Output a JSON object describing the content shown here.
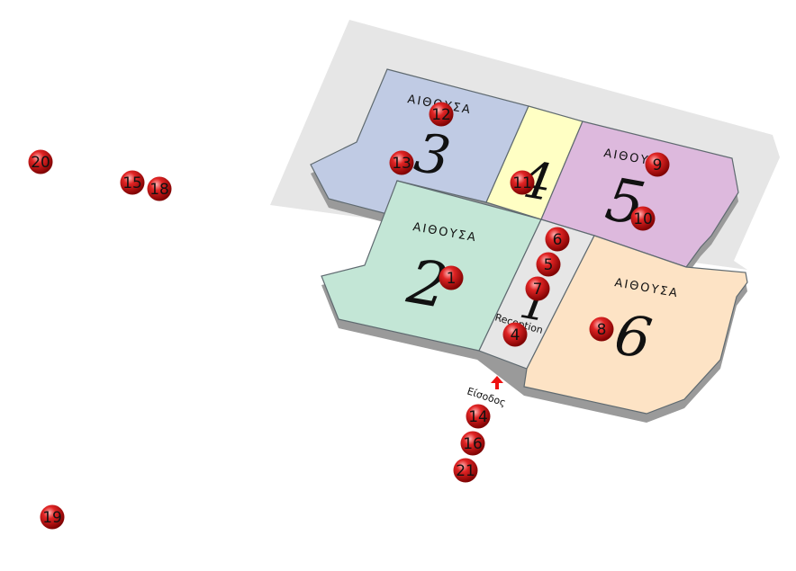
{
  "colors": {
    "backdrop": "#e6e6e6",
    "shadow": "#9a9a9a",
    "hall2": "#c3e6d6",
    "hall3": "#c0cbe4",
    "hall4": "#ffffc4",
    "hall5": "#ddb9dd",
    "hall6": "#fde3c5",
    "reception": "#e6e6e6",
    "outline": "#5f6a70",
    "marker": "#cc1111",
    "entrance_arrow": "#ee1111"
  },
  "halls": {
    "hall2": {
      "label": "ΑΙΘΟΥΣΑ",
      "number": "2"
    },
    "hall3": {
      "label": "ΑΙΘΟΥΣΑ",
      "number": "3"
    },
    "hall4": {
      "number": "4"
    },
    "hall5": {
      "label": "ΑΙΘΟΥΣΑ",
      "number": "5"
    },
    "hall6": {
      "label": "ΑΙΘΟΥΣΑ",
      "number": "6"
    },
    "reception": {
      "label": "Reception",
      "number": "1"
    }
  },
  "entrance": {
    "label": "Είσοδος",
    "icon": "arrow-up-icon"
  },
  "markers": {
    "m1": "1",
    "m4": "4",
    "m5": "5",
    "m6": "6",
    "m7": "7",
    "m8": "8",
    "m9": "9",
    "m10": "10",
    "m11": "11",
    "m12": "12",
    "m13": "13",
    "m14": "14",
    "m15": "15",
    "m16": "16",
    "m18": "18",
    "m19": "19",
    "m20": "20",
    "m21": "21"
  }
}
